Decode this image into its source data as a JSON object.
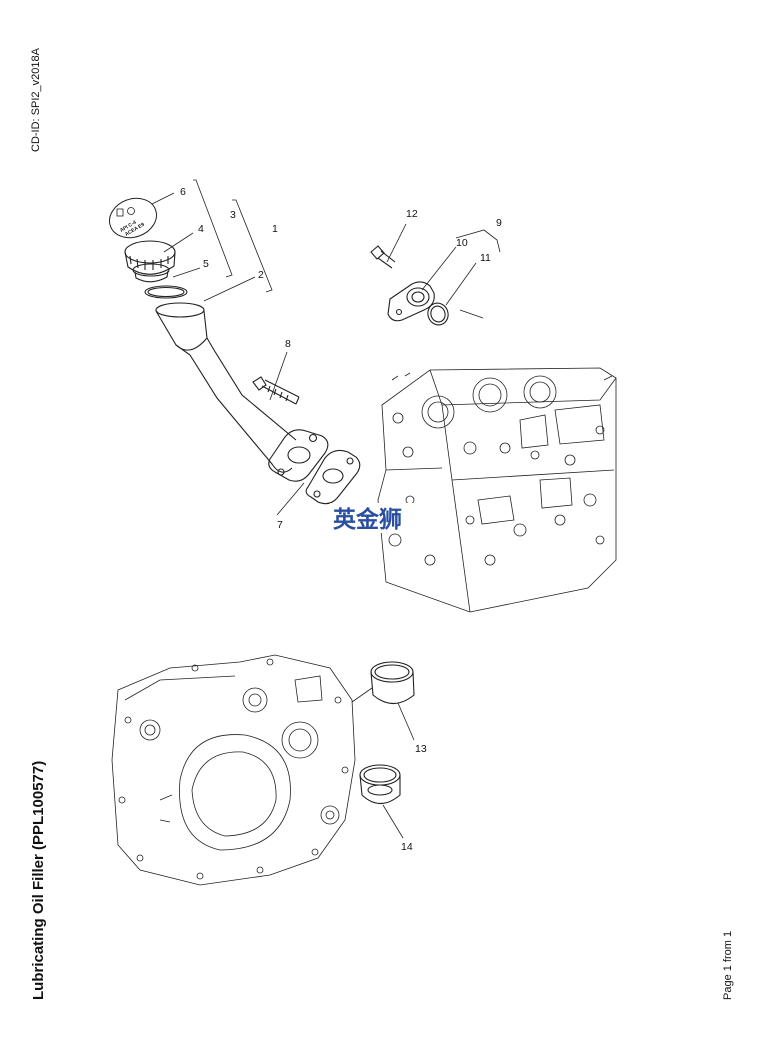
{
  "document": {
    "cd_id": "CD-ID: SPI2_v2018A",
    "title": "Lubricating Oil Filler (PPL100577)",
    "page_label": "Page 1 from 1",
    "watermark": "英金狮"
  },
  "callouts": [
    "1",
    "2",
    "3",
    "4",
    "5",
    "6",
    "7",
    "8",
    "9",
    "10",
    "11",
    "12",
    "13",
    "14"
  ],
  "cap_markings": [
    "API C-4",
    "ACEA E9"
  ]
}
